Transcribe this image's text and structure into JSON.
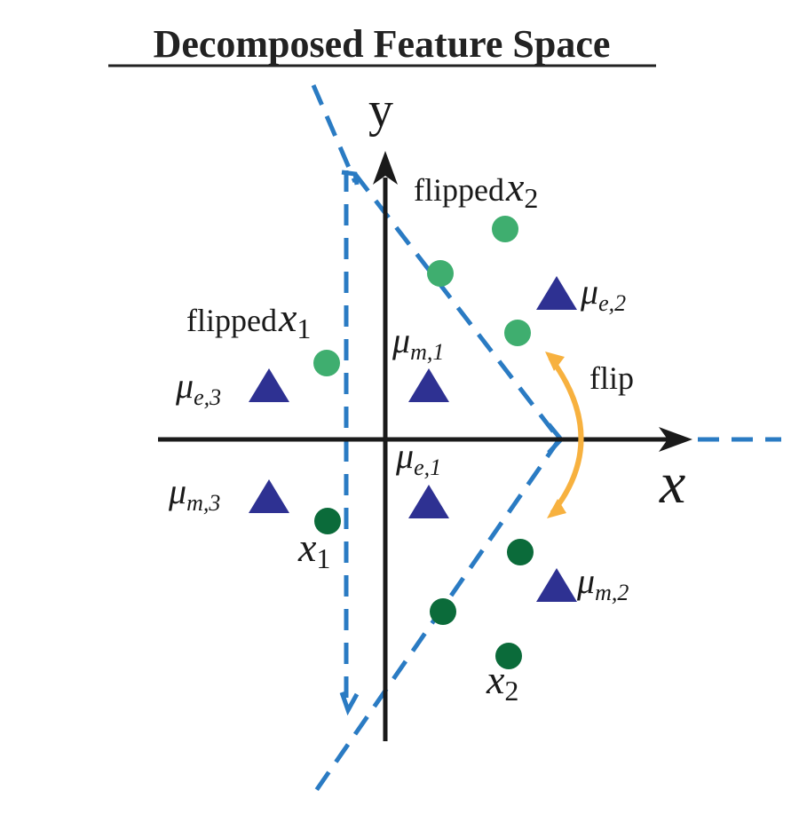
{
  "title": "Decomposed Feature Space",
  "axes": {
    "x_label": "x",
    "y_label": "y"
  },
  "labels": {
    "flipped_x2": {
      "prefix": "flipped",
      "sym": "x",
      "sub": "2"
    },
    "flipped_x1": {
      "prefix": "flipped",
      "sym": "x",
      "sub": "1"
    },
    "x1": {
      "sym": "x",
      "sub": "1"
    },
    "x2": {
      "sym": "x",
      "sub": "2"
    },
    "mu_e2": {
      "sym": "μ",
      "sub": "e,2"
    },
    "mu_e3": {
      "sym": "μ",
      "sub": "e,3"
    },
    "mu_m1": {
      "sym": "μ",
      "sub": "m,1"
    },
    "mu_e1": {
      "sym": "μ",
      "sub": "e,1"
    },
    "mu_m3": {
      "sym": "μ",
      "sub": "m,3"
    },
    "mu_m2": {
      "sym": "μ",
      "sub": "m,2"
    },
    "flip": "flip"
  },
  "colors": {
    "axis": "#1a1a1a",
    "dashed": "#2a7bc3",
    "triangle": "#2e3192",
    "dot_light": "#3fae6f",
    "dot_dark": "#0b6b3a",
    "arc": "#f7b13f",
    "title": "#222222"
  },
  "shapes": {
    "triangles": [
      "mu-e-2",
      "mu-m-1",
      "mu-e-3",
      "mu-e-1",
      "mu-m-3",
      "mu-m-2"
    ],
    "light_dots": [
      "flipped-x2-dot-a",
      "flipped-x2-dot-b",
      "flipped-x2-dot-c",
      "flipped-x1-dot"
    ],
    "dark_dots": [
      "x1-dot",
      "x2-dot-a",
      "x2-dot-b",
      "x2-dot-c"
    ]
  }
}
